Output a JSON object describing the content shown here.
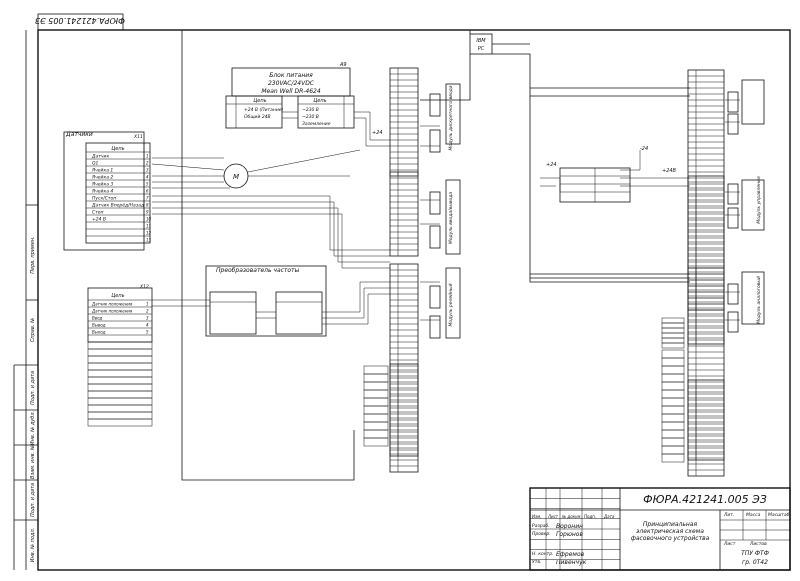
{
  "sheet": {
    "top_code": "ФЮРА.421241.005 ЭЗ",
    "side_labels": [
      "Перв. примен.",
      "Справ. №",
      "Подп. и дата",
      "Инв. № дубл.",
      "Взам. инв. №",
      "Подп. и дата",
      "Инв. № подл."
    ]
  },
  "blocks": {
    "a9": {
      "ref": "A9",
      "title1": "Блок питания",
      "title2": "230VAC/24VDC",
      "title3": "Mean Well DR-4624",
      "col1": "Цепь",
      "col2": "Цепь",
      "rows_left": [
        "+24 В (Питание)",
        "Общий 24В"
      ],
      "rows_right": [
        "~230 В",
        "~230 В",
        "Заземление"
      ]
    },
    "a1": {
      "ref": "X11",
      "title": "Датчики",
      "col": "Цепь",
      "rows": [
        "Датчик",
        "Q1",
        "Ячейка 1",
        "Ячейка 2",
        "Ячейка 3",
        "Ячейка 4",
        "Пуск/Стоп",
        "Датчик Вперёд/Назад",
        "Стоп",
        "+24 В"
      ]
    },
    "a6": {
      "ref": "X12",
      "title": "Преобразователь частоты",
      "col": "Цепь",
      "rows": [
        "Датчик положения",
        "Датчик положения",
        "Ввод",
        "Вывод",
        "Выход"
      ]
    },
    "motor": {
      "label": "M"
    },
    "ibm": {
      "line1": "IBM",
      "line2": "PC"
    },
    "power_labels": [
      "+24",
      "+24",
      "-24",
      "+24В"
    ],
    "modules": [
      "Модуль дискретного ввода",
      "Модуль ввода/вывода",
      "Модуль релейный",
      "Модуль управления",
      "Модуль аналоговый"
    ]
  },
  "title_block": {
    "code": "ФЮРА.421241.005 ЭЗ",
    "name_line1": "Принципиальная",
    "name_line2": "электрическая схема",
    "name_line3": "фасовочного устройства",
    "roles": [
      "Изм.",
      "Лист",
      "№ докум.",
      "Подп.",
      "Дата"
    ],
    "developed_label": "Разраб.",
    "developed_name": "Воронин",
    "checked_label": "Провер.",
    "checked_name": "Горюнов",
    "norm_label": "Н. контр.",
    "norm_name": "Ефремов",
    "approved_label": "Утв.",
    "approved_name": "Пивенчук",
    "lit_label": "Лит.",
    "mass_label": "Масса",
    "scale_label": "Масштаб",
    "sheet_label": "Лист",
    "sheets_label": "Листов",
    "org1": "ТПУ ФТФ",
    "org2": "гр. 0Т42"
  }
}
